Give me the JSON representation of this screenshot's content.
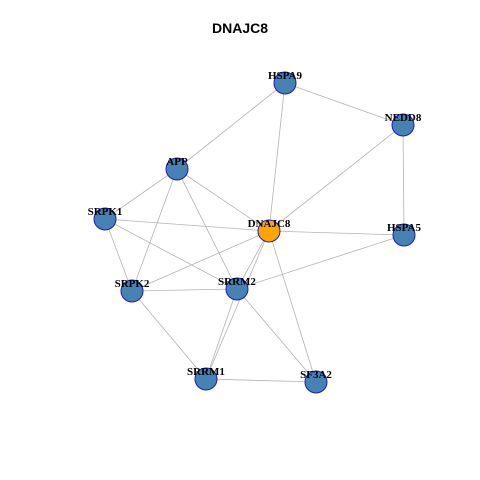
{
  "title": "DNAJC8",
  "colors": {
    "node_default": "#4682b4",
    "node_focus": "#ffa500",
    "edge": "#b3b3b3",
    "node_border": "#1a1ac8"
  },
  "nodes": [
    {
      "id": "HSPA9",
      "label": "HSPA9",
      "focus": false
    },
    {
      "id": "NEDD8",
      "label": "NEDD8",
      "focus": false
    },
    {
      "id": "APP",
      "label": "APP",
      "focus": false
    },
    {
      "id": "SRPK1",
      "label": "SRPK1",
      "focus": false
    },
    {
      "id": "DNAJC8",
      "label": "DNAJC8",
      "focus": true
    },
    {
      "id": "HSPA5",
      "label": "HSPA5",
      "focus": false
    },
    {
      "id": "SRPK2",
      "label": "SRPK2",
      "focus": false
    },
    {
      "id": "SRRM2",
      "label": "SRRM2",
      "focus": false
    },
    {
      "id": "SRRM1",
      "label": "SRRM1",
      "focus": false
    },
    {
      "id": "SF3A2",
      "label": "SF3A2",
      "focus": false
    }
  ],
  "edges": [
    [
      "HSPA9",
      "NEDD8"
    ],
    [
      "HSPA9",
      "APP"
    ],
    [
      "HSPA9",
      "DNAJC8"
    ],
    [
      "NEDD8",
      "DNAJC8"
    ],
    [
      "NEDD8",
      "HSPA5"
    ],
    [
      "APP",
      "SRPK1"
    ],
    [
      "APP",
      "SRPK2"
    ],
    [
      "APP",
      "SRRM2"
    ],
    [
      "APP",
      "DNAJC8"
    ],
    [
      "SRPK1",
      "DNAJC8"
    ],
    [
      "SRPK1",
      "SRPK2"
    ],
    [
      "SRPK1",
      "SRRM2"
    ],
    [
      "DNAJC8",
      "HSPA5"
    ],
    [
      "DNAJC8",
      "SRPK2"
    ],
    [
      "DNAJC8",
      "SRRM2"
    ],
    [
      "DNAJC8",
      "SRRM1"
    ],
    [
      "DNAJC8",
      "SF3A2"
    ],
    [
      "HSPA5",
      "SRRM2"
    ],
    [
      "SRPK2",
      "SRRM2"
    ],
    [
      "SRPK2",
      "SRRM1"
    ],
    [
      "SRRM2",
      "SRRM1"
    ],
    [
      "SRRM2",
      "SF3A2"
    ],
    [
      "SRRM1",
      "SF3A2"
    ]
  ]
}
